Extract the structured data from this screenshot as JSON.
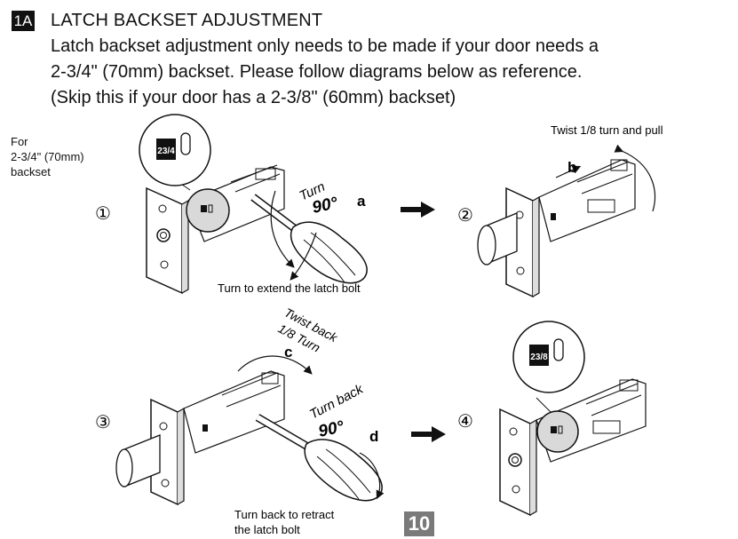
{
  "section": {
    "badge": "1A",
    "title": "LATCH BACKSET ADJUSTMENT",
    "intro_lines": [
      "Latch backset adjustment only needs to be made if your door needs a",
      "2-3/4\" (70mm) backset. Please follow diagrams below as reference.",
      "(Skip this if your door has a 2-3/8\" (60mm) backset)"
    ]
  },
  "side_note": [
    "For",
    "2-3/4\" (70mm)",
    "backset"
  ],
  "steps": [
    {
      "number": "①",
      "letter": "a",
      "turn_word": "Turn",
      "angle": "90°",
      "caption": [
        "Turn to extend the latch bolt"
      ]
    },
    {
      "number": "②",
      "letter": "b",
      "caption": [
        "Twist 1/8 turn and pull"
      ]
    },
    {
      "number": "③",
      "letter": "c",
      "twist_lines": [
        "Twist back",
        "1/8 Turn"
      ],
      "letter2": "d",
      "turn_word": "Turn back",
      "angle": "90°",
      "caption": [
        "Turn back to retract",
        "the latch bolt"
      ]
    },
    {
      "number": "④"
    }
  ],
  "dial_labels": {
    "extended": "23/4",
    "retracted": "23/8"
  },
  "page_number": "10"
}
